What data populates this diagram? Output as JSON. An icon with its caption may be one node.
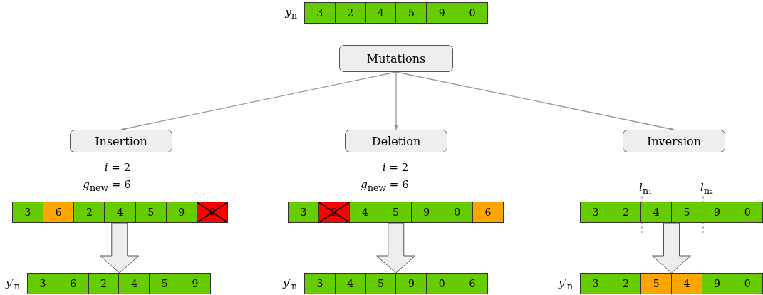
{
  "diagram": {
    "nodes": [
      {
        "text": [],
        "shape": "box",
        "beside": [
          "*y*$_{n}$"
        ]
      },
      {
        "text": [
          "3"
        ],
        "in": 0
      },
      {
        "text": [
          "2"
        ],
        "in": 0
      },
      {
        "text": [
          "4"
        ],
        "in": 0
      },
      {
        "text": [
          "5"
        ],
        "in": 0
      },
      {
        "text": [
          "9"
        ],
        "in": 0
      },
      {
        "text": [
          "0"
        ],
        "in": 0
      },
      {
        "text": [
          "Mutations"
        ]
      },
      {
        "text": [
          "Insertion"
        ]
      },
      {
        "text": [
          "Deletion"
        ]
      },
      {
        "text": [
          "Inversion"
        ]
      },
      {
        "text": [],
        "shape": "box"
      },
      {
        "text": [
          "3"
        ],
        "in": 11
      },
      {
        "text": [
          "6"
        ],
        "in": 11
      },
      {
        "text": [
          "2"
        ],
        "in": 11
      },
      {
        "text": [
          "4"
        ],
        "in": 11
      },
      {
        "text": [
          "5"
        ],
        "in": 11
      },
      {
        "text": [
          "9"
        ],
        "in": 11
      },
      {
        "text": [
          "0"
        ],
        "in": 11
      },
      {
        "text": [],
        "shape": "box"
      },
      {
        "text": [
          "3"
        ],
        "in": 19
      },
      {
        "text": [
          "2"
        ],
        "in": 19
      },
      {
        "text": [
          "4"
        ],
        "in": 19
      },
      {
        "text": [
          "5"
        ],
        "in": 19
      },
      {
        "text": [
          "9"
        ],
        "in": 19
      },
      {
        "text": [
          "0"
        ],
        "in": 19
      },
      {
        "text": [
          "6"
        ],
        "in": 19
      },
      {
        "text": [],
        "shape": "box"
      },
      {
        "text": [
          "3"
        ],
        "in": 27
      },
      {
        "text": [
          "2"
        ],
        "in": 27
      },
      {
        "text": [
          "4"
        ],
        "in": 27
      },
      {
        "text": [
          "5"
        ],
        "in": 27
      },
      {
        "text": [
          "9"
        ],
        "in": 27
      },
      {
        "text": [
          "0"
        ],
        "in": 27
      },
      {
        "text": [],
        "shape": "box",
        "beside": [
          "*y*′$_{n}$"
        ]
      },
      {
        "text": [
          "3"
        ],
        "in": 34
      },
      {
        "text": [
          "6"
        ],
        "in": 34
      },
      {
        "text": [
          "2"
        ],
        "in": 34
      },
      {
        "text": [
          "4"
        ],
        "in": 34
      },
      {
        "text": [
          "5"
        ],
        "in": 34
      },
      {
        "text": [
          "9"
        ],
        "in": 34
      },
      {
        "text": [],
        "shape": "box",
        "beside": [
          "*y*′$_{n}$"
        ]
      },
      {
        "text": [
          "3"
        ],
        "in": 41
      },
      {
        "text": [
          "4"
        ],
        "in": 41
      },
      {
        "text": [
          "5"
        ],
        "in": 41
      },
      {
        "text": [
          "9"
        ],
        "in": 41
      },
      {
        "text": [
          "0"
        ],
        "in": 41
      },
      {
        "text": [
          "6"
        ],
        "in": 41
      },
      {
        "text": [],
        "shape": "box",
        "beside": [
          "*y*′$_{n}$"
        ]
      },
      {
        "text": [
          "3"
        ],
        "in": 48
      },
      {
        "text": [
          "2"
        ],
        "in": 48
      },
      {
        "text": [
          "5"
        ],
        "in": 48
      },
      {
        "text": [
          "4"
        ],
        "in": 48
      },
      {
        "text": [
          "9"
        ],
        "in": 48
      },
      {
        "text": [
          "0"
        ],
        "in": 48
      }
    ],
    "edges": [
      {
        "from": 7,
        "to": 8,
        "arrow": "to"
      },
      {
        "from": 7,
        "to": 9,
        "arrow": "to"
      },
      {
        "from": 7,
        "to": 10,
        "arrow": "to"
      },
      {
        "from": 11,
        "to": 34,
        "arrow": "to",
        "style": "thick"
      },
      {
        "from": 19,
        "to": 41,
        "arrow": "to",
        "style": "thick"
      },
      {
        "from": 27,
        "to": 48,
        "arrow": "to",
        "style": "thick"
      }
    ],
    "labels": [
      "*i* = 2",
      "*i* = 2",
      "*g*$_{new}$ = 6",
      "*g*$_{new}$ = 6",
      "*l*$_{n₁}$",
      "*l*$_{n₂}$"
    ]
  }
}
